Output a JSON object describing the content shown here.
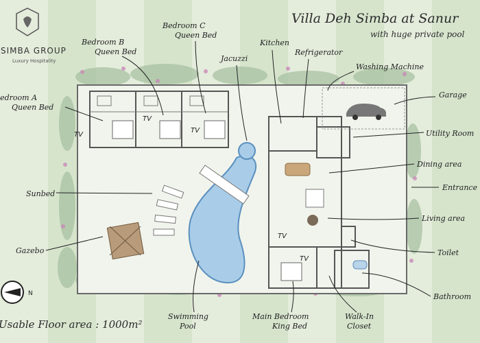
{
  "title": "Villa Deh Simba at Sanur",
  "subtitle": "with huge private pool",
  "brand": {
    "name": "SIMBA GROUP",
    "tagline": "Luxury Hospitality",
    "icon": "lion-logo-icon"
  },
  "area_note": "Usable Floor area : 1000m²",
  "compass_letter": "N",
  "tv_label": "TV",
  "colors": {
    "lawn_light": "#dfe9d6",
    "lawn_stripe": "#cfdfc4",
    "pool": "#a9cde8",
    "pool_stroke": "#5a8fbf",
    "foliage": "#9fb99a",
    "flowers": "#c98ab8",
    "floor": "#f3f2ee"
  },
  "labels": {
    "bedroom_a": [
      "Bedroom A",
      "Queen Bed"
    ],
    "bedroom_b": [
      "Bedroom B",
      "Queen Bed"
    ],
    "bedroom_c": [
      "Bedroom C",
      "Queen Bed"
    ],
    "jacuzzi": [
      "Jacuzzi"
    ],
    "kitchen": [
      "Kitchen"
    ],
    "refrigerator": [
      "Refrigerator"
    ],
    "washing_machine": [
      "Washing Machine"
    ],
    "garage": [
      "Garage"
    ],
    "utility_room": [
      "Utility Room"
    ],
    "dining_area": [
      "Dining area"
    ],
    "entrance": [
      "Entrance"
    ],
    "living_area": [
      "Living area"
    ],
    "toilet": [
      "Toilet"
    ],
    "bathroom": [
      "Bathroom"
    ],
    "sunbed": [
      "Sunbed"
    ],
    "gazebo": [
      "Gazebo"
    ],
    "swimming_pool": [
      "Swimming",
      "Pool"
    ],
    "main_bedroom": [
      "Main Bedroom",
      "King Bed"
    ],
    "walk_in_closet": [
      "Walk-In",
      "Closet"
    ]
  }
}
